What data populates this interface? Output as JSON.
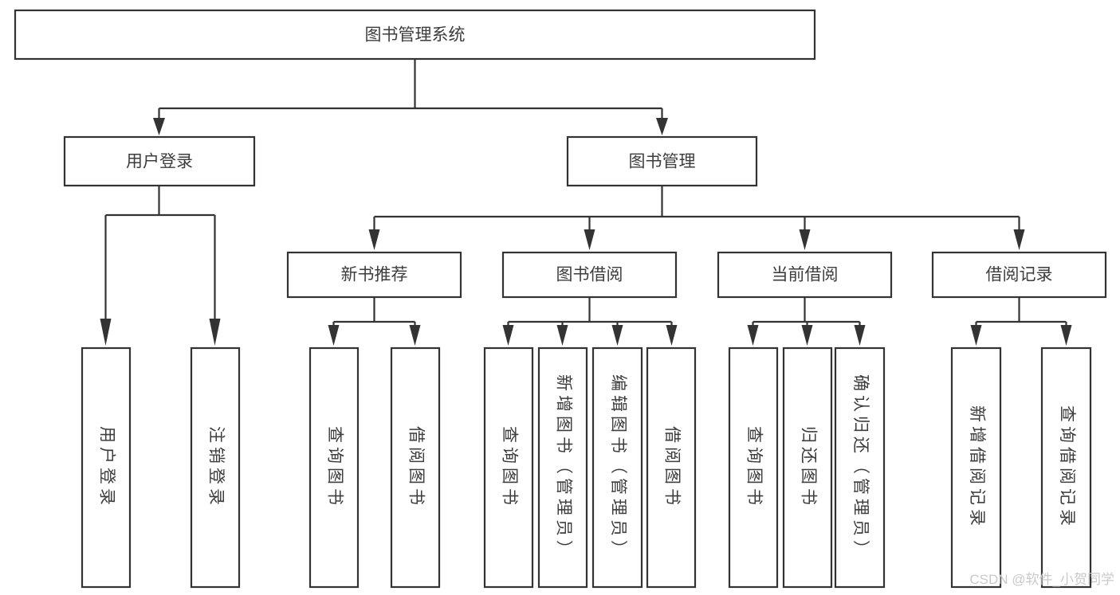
{
  "diagram": {
    "title": "图书管理系统",
    "type": "tree-hierarchy",
    "orientation": "top-down",
    "colors": {
      "box_stroke": "#333333",
      "box_fill": "#ffffff",
      "text": "#3d3d3d",
      "connector": "#333333",
      "watermark": "#c9c9c9",
      "background": "#ffffff"
    },
    "root": {
      "label": "图书管理系统"
    },
    "level2": [
      {
        "label": "用户登录"
      },
      {
        "label": "图书管理"
      }
    ],
    "level3": [
      {
        "label": "新书推荐"
      },
      {
        "label": "图书借阅"
      },
      {
        "label": "当前借阅"
      },
      {
        "label": "借阅记录"
      }
    ],
    "leaves": {
      "user_login": [
        {
          "label": "用户登录"
        },
        {
          "label": "注销登录"
        }
      ],
      "new_book_recommend": [
        {
          "label": "查询图书"
        },
        {
          "label": "借阅图书"
        }
      ],
      "book_borrow": [
        {
          "label": "查询图书"
        },
        {
          "label": "新增图书（管理员）"
        },
        {
          "label": "编辑图书（管理员）"
        },
        {
          "label": "借阅图书"
        }
      ],
      "current_borrow": [
        {
          "label": "查询图书"
        },
        {
          "label": "归还图书"
        },
        {
          "label": "确认归还（管理员）"
        }
      ],
      "borrow_record": [
        {
          "label": "新增借阅记录"
        },
        {
          "label": "查询借阅记录"
        }
      ]
    }
  },
  "watermark": {
    "text": "CSDN @软件_小贺同学"
  }
}
